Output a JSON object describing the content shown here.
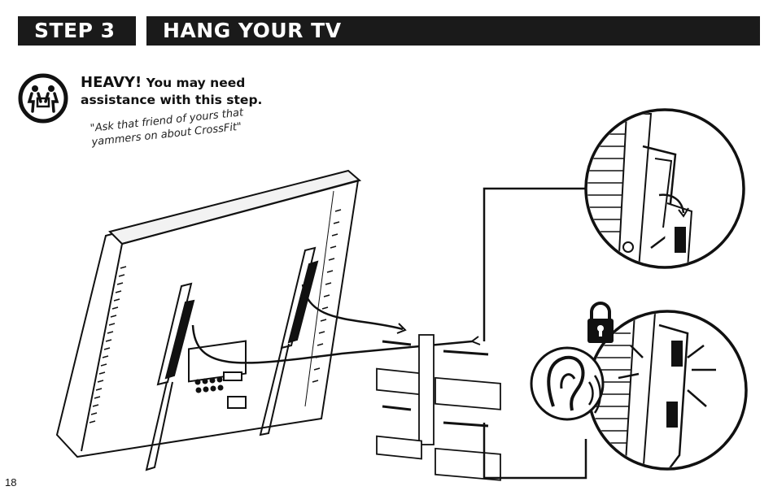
{
  "header": {
    "step_label": "STEP 3",
    "title": "HANG YOUR TV"
  },
  "warning": {
    "heading": "HEAVY!",
    "text": "You may need assistance with this step.",
    "quote": "\"Ask that friend of yours that yammers on about CrossFit\""
  },
  "footer": {
    "page_number": "18"
  },
  "icons": [
    "two-person-lift-icon",
    "lock-icon",
    "ear-listen-icon"
  ]
}
